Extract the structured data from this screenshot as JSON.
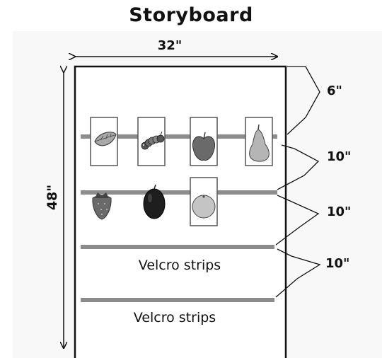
{
  "title": "Storyboard",
  "dimensions": {
    "width": "32\"",
    "height": "48\"",
    "top_gap": "6\"",
    "gap_1": "10\"",
    "gap_2": "10\"",
    "gap_3": "10\""
  },
  "strip_labels": [
    "Velcro strips",
    "Velcro strips"
  ],
  "cards": [
    {
      "row": 1,
      "icon": "leaf-icon"
    },
    {
      "row": 1,
      "icon": "caterpillar-icon"
    },
    {
      "row": 1,
      "icon": "apple-icon"
    },
    {
      "row": 1,
      "icon": "pear-icon"
    },
    {
      "row": 2,
      "icon": "strawberry-icon"
    },
    {
      "row": 2,
      "icon": "plum-icon"
    },
    {
      "row": 2,
      "icon": "orange-icon"
    }
  ],
  "colors": {
    "strip": "#8c8c8c",
    "border": "#111111"
  }
}
